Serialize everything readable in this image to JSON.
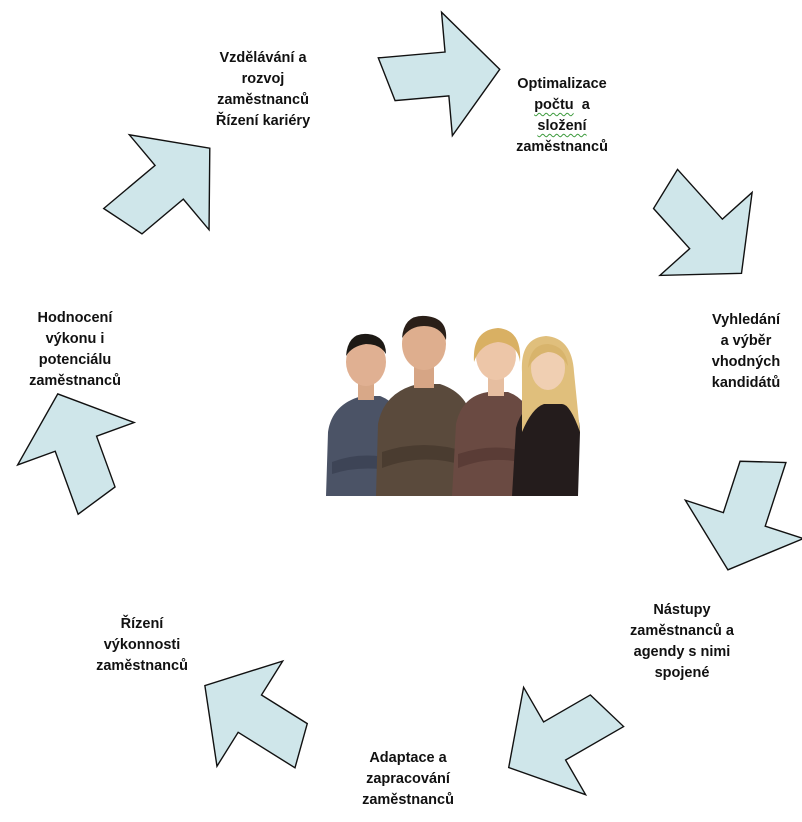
{
  "colors": {
    "arrow_fill": "#cfe6ea",
    "arrow_stroke": "#111111",
    "text": "#111111",
    "background": "#ffffff"
  },
  "steps": [
    {
      "lines": [
        "Optimalizace",
        "počtu",
        "a",
        "složení",
        "zaměstnanců"
      ]
    },
    {
      "lines": [
        "Vyhledání",
        "a výběr",
        "vhodných",
        "kandidátů"
      ]
    },
    {
      "lines": [
        "Nástupy",
        "zaměstnanců a",
        "agendy s nimi",
        "spojené"
      ]
    },
    {
      "lines": [
        "Adaptace a",
        "zapracování",
        "zaměstnanců"
      ]
    },
    {
      "lines": [
        "Řízení",
        "výkonnosti",
        "zaměstnanců"
      ]
    },
    {
      "lines": [
        "Hodnocení",
        "výkonu i",
        "potenciálu",
        "zaměstnanců"
      ]
    },
    {
      "lines": [
        "Vzdělávání a",
        "rozvoj",
        "zaměstnanců",
        "Řízení kariéry"
      ]
    }
  ],
  "center_image": {
    "icon": "team-photo-icon"
  }
}
